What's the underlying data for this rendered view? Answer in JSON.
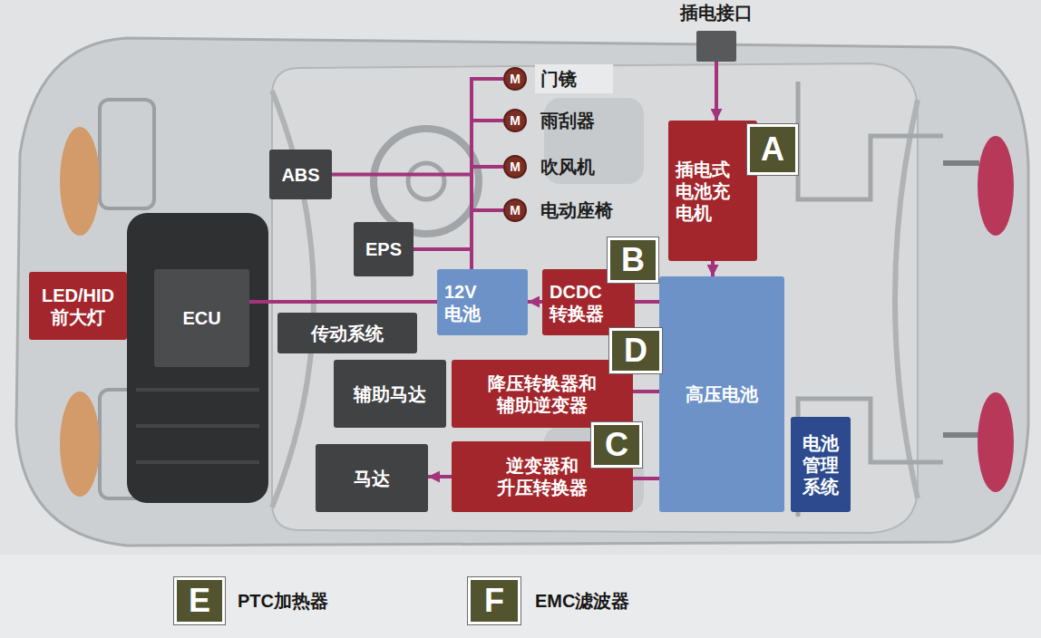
{
  "diagram": {
    "nodes": [
      {
        "text": [
          "插电接口"
        ]
      },
      {
        "text": [
          "M",
          "门镜"
        ]
      },
      {
        "text": [
          "M",
          "雨刮器"
        ]
      },
      {
        "text": [
          "插电式 电池充 电机"
        ]
      },
      {
        "text": [
          "ABS"
        ]
      },
      {
        "text": [
          "M",
          "吹风机"
        ]
      },
      {
        "text": [
          "M",
          "电动座椅"
        ]
      },
      {
        "text": [
          "EPS"
        ]
      },
      {
        "text": [
          "LED/HID 前大灯"
        ]
      },
      {
        "text": [
          "ECU"
        ]
      },
      {
        "text": [
          "12V 电池"
        ]
      },
      {
        "text": [
          "DCDC 转换器"
        ]
      },
      {
        "text": [
          "高压电池"
        ]
      },
      {
        "text": [
          "传动系统"
        ]
      },
      {
        "text": [
          "辅助马达"
        ]
      },
      {
        "text": [
          "降压转换器和 辅助逆变器"
        ]
      },
      {
        "text": [
          "电池 管理 系统"
        ]
      },
      {
        "text": [
          "马达"
        ]
      },
      {
        "text": [
          "逆变器和 升压转换器"
        ]
      }
    ],
    "edges": [
      {
        "from": 0,
        "to": 3,
        "arrow": "to"
      },
      {
        "from": 3,
        "to": 12,
        "arrow": "to"
      },
      {
        "from": 12,
        "to": 11,
        "arrow": "none"
      },
      {
        "from": 11,
        "to": 10,
        "arrow": "to"
      },
      {
        "from": 10,
        "to": 9,
        "arrow": "none"
      },
      {
        "from": 10,
        "to": 1,
        "arrow": "none"
      },
      {
        "from": 10,
        "to": 2,
        "arrow": "none"
      },
      {
        "from": 10,
        "to": 4,
        "arrow": "none"
      },
      {
        "from": 10,
        "to": 5,
        "arrow": "none"
      },
      {
        "from": 10,
        "to": 6,
        "arrow": "none"
      },
      {
        "from": 10,
        "to": 7,
        "arrow": "none"
      },
      {
        "from": 12,
        "to": 15,
        "arrow": "none"
      },
      {
        "from": 12,
        "to": 18,
        "arrow": "none"
      },
      {
        "from": 18,
        "to": 17,
        "arrow": "to"
      }
    ],
    "labels": [
      "A",
      "B",
      "D",
      "C",
      "E",
      "PTC加热器",
      "F",
      "EMC滤波器"
    ]
  }
}
